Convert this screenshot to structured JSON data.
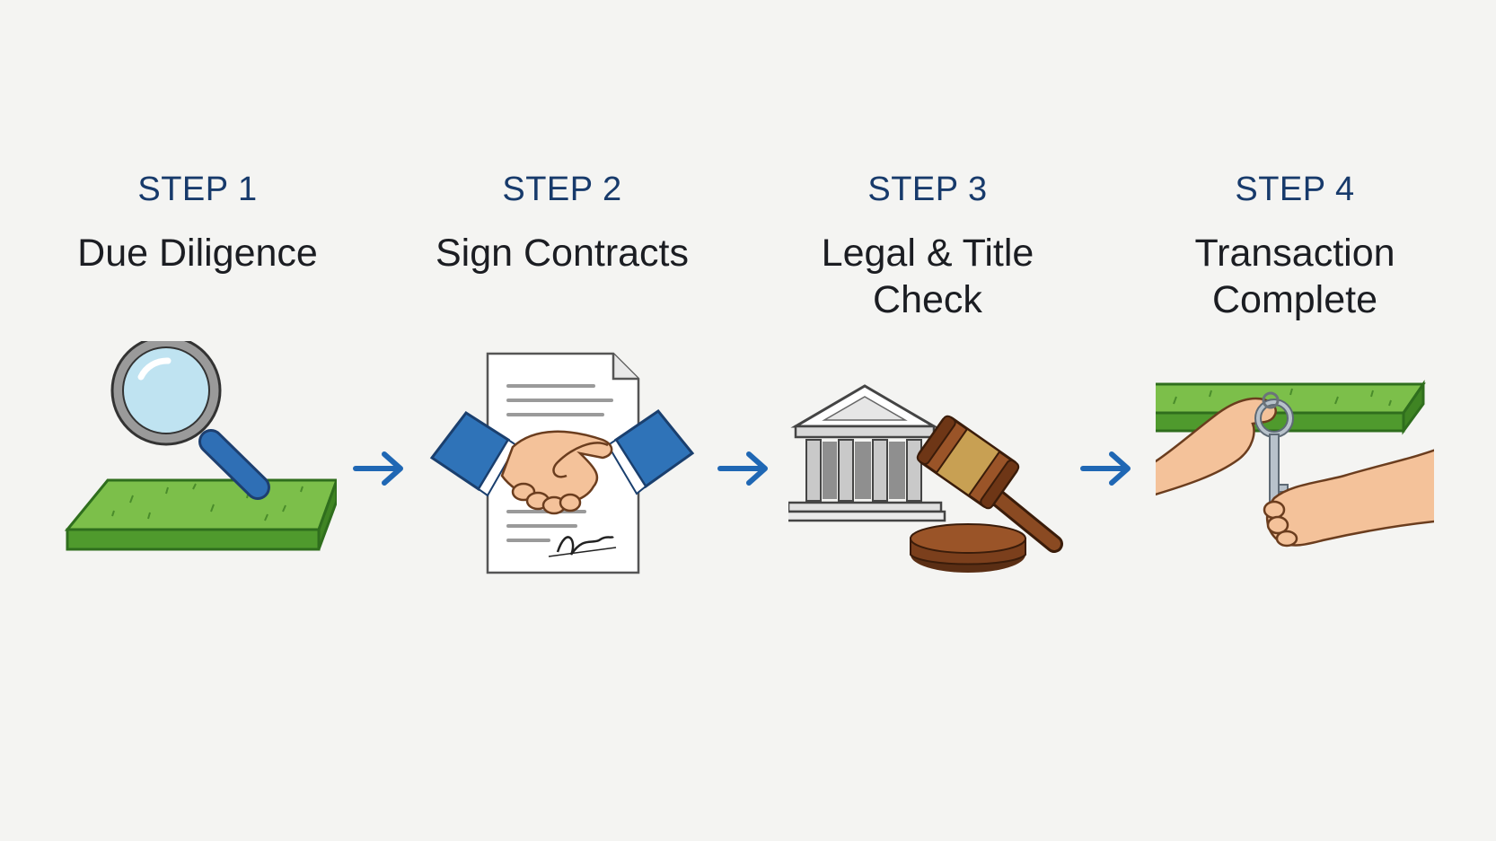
{
  "steps": [
    {
      "label": "STEP 1",
      "title_lines": [
        "Due Diligence"
      ],
      "icon": "magnifier-on-land-icon"
    },
    {
      "label": "STEP 2",
      "title_lines": [
        "Sign Contracts"
      ],
      "icon": "handshake-contract-icon"
    },
    {
      "label": "STEP 3",
      "title_lines": [
        "Legal & Title",
        "Check"
      ],
      "icon": "courthouse-gavel-icon"
    },
    {
      "label": "STEP 4",
      "title_lines": [
        "Transaction",
        "Complete"
      ],
      "icon": "key-handover-icon"
    }
  ],
  "colors": {
    "accent": "#1f67b4",
    "step_label": "#173a6b",
    "title": "#1b1d22",
    "grass": "#7cbf4a",
    "grass_side": "#4f9a2d",
    "sleeve": "#2f73b8",
    "skin": "#f4c29a",
    "wood": "#8a4a22"
  }
}
